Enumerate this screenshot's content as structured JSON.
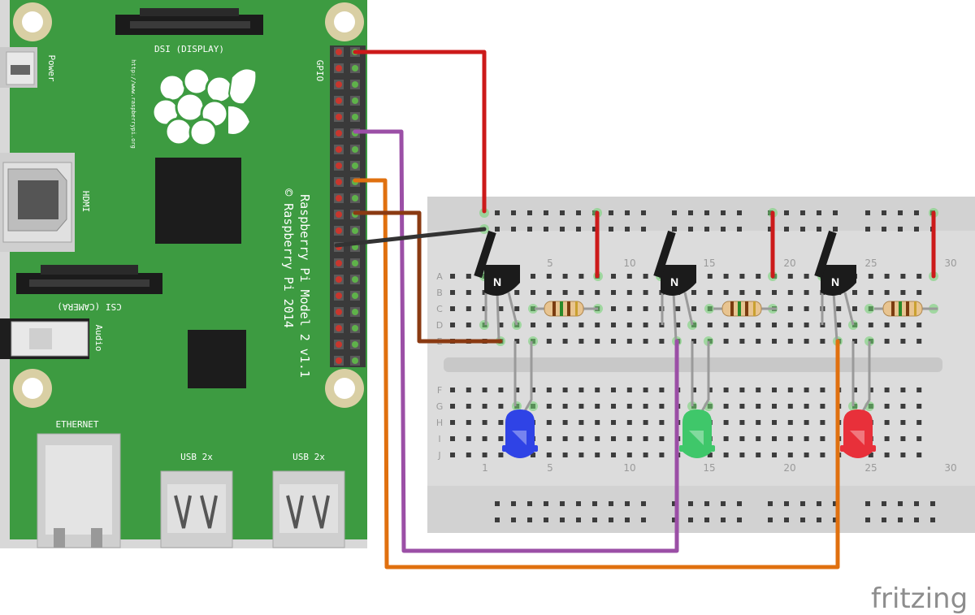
{
  "board": {
    "power_label": "Power",
    "dsi_label": "DSI (DISPLAY)",
    "gpio_label": "GPIO",
    "url_label": "http://www.raspberrypi.org",
    "hdmi_label": "HDMI",
    "csi_label": "CSI (CAMERA)",
    "audio_label": "Audio",
    "model_line1": "Raspberry Pi Model 2 v1.1",
    "model_line2": "© Raspberry Pi 2014",
    "ethernet_label": "ETHERNET",
    "usb1_label": "USB 2x",
    "usb2_label": "USB 2x",
    "colors": {
      "pcb": "#3d9b41",
      "pin_red": "#c9362d",
      "pin_green": "#5fb24a"
    }
  },
  "breadboard": {
    "row_letters_top": [
      "A",
      "B",
      "C",
      "D",
      "E"
    ],
    "row_letters_bottom": [
      "F",
      "G",
      "H",
      "I",
      "J"
    ],
    "column_numbers": [
      "1",
      "5",
      "10",
      "15",
      "20",
      "25",
      "30"
    ]
  },
  "components": {
    "transistor_marks": [
      "N",
      "N",
      "N"
    ],
    "led_colors": [
      "#2f43e6",
      "#3fc76a",
      "#e8303a"
    ]
  },
  "wires": {
    "red": "#cc1a1a",
    "purple": "#9b4fa6",
    "orange": "#e0700f",
    "brown": "#8a3a12",
    "black": "#333333"
  },
  "watermark": "fritzing"
}
